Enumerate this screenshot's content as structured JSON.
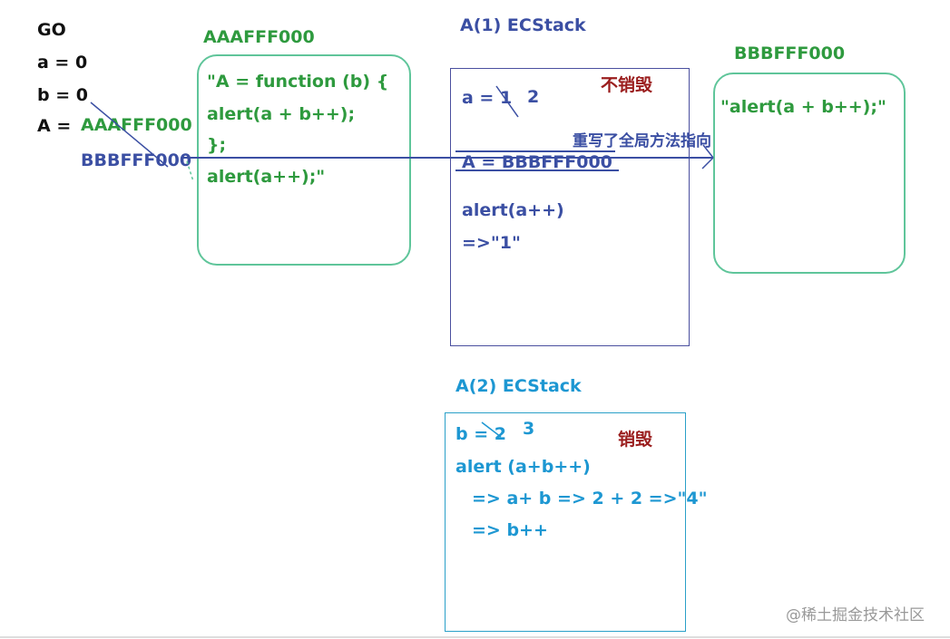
{
  "go": {
    "title": "GO",
    "var_a": "a = 0",
    "var_b": "b = 0",
    "var_A_label": "A =",
    "var_A_old": "AAAFFF000",
    "var_A_new": "BBBFFF000"
  },
  "heap1": {
    "address": "AAAFFF000",
    "lines": [
      "\"A = function (b) {",
      "alert(a + b++);",
      "};",
      "alert(a++);\""
    ]
  },
  "heap2": {
    "address": "BBBFFF000",
    "lines": [
      "\"alert(a + b++);\""
    ]
  },
  "ecstack1": {
    "title": "A(1)  ECStack",
    "status": "不销毁",
    "a_line": "a = 1",
    "a_new_value": "2",
    "rewrite_note": "重写了全局方法指向",
    "A_line": "A =  BBBFFF000",
    "alert_line": "alert(a++)",
    "result_line": "=>\"1\""
  },
  "ecstack2": {
    "title": "A(2) ECStack",
    "status": "销毁",
    "b_line": "b = 2",
    "b_new_value": "3",
    "alert_line": "alert (a+b++)",
    "step1": "=> a+ b  => 2 + 2  =>\"4\"",
    "step2": "=> b++"
  },
  "watermark": "@稀土掘金技术社区",
  "colors": {
    "black": "#111111",
    "green": "#2e9a3e",
    "navy": "#3b4fa3",
    "cyan": "#1d97d2",
    "dark_red": "#9a1d1d",
    "box_green": "#5fc59a",
    "box_navy": "#4a4f9f",
    "box_cyan": "#2aa0c8"
  }
}
